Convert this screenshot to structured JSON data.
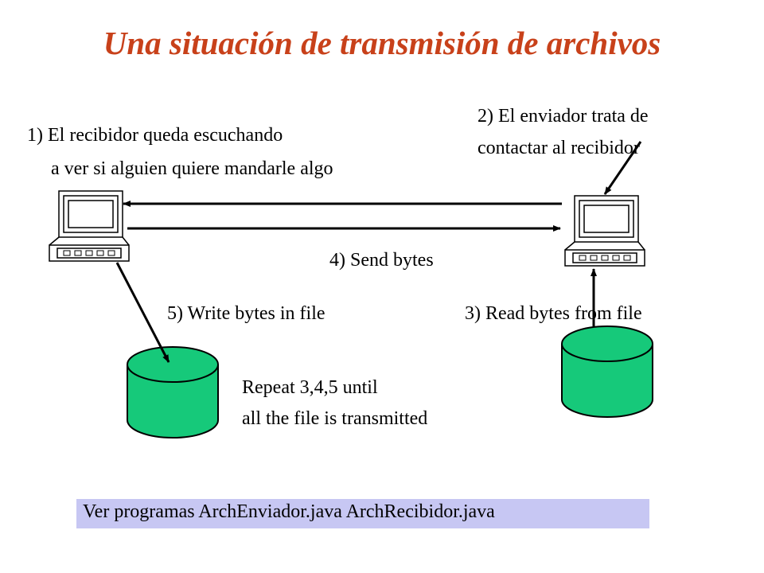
{
  "title": "Una situación de transmisión de archivos",
  "labels": {
    "step1_line1": "1) El recibidor queda escuchando",
    "step1_line2": "a ver si alguien quiere mandarle algo",
    "step2_line1": "2)  El enviador trata de",
    "step2_line2": "contactar al recibidor",
    "step3": "3) Read bytes from file",
    "step4": "4) Send bytes",
    "step5": "5) Write bytes in file",
    "repeat_line1": "Repeat 3,4,5 until",
    "repeat_line2": "all the file is transmitted"
  },
  "note": "Ver programas ArchEnviador.java ArchRecibidor.java",
  "colors": {
    "title": "#c8411a",
    "database": "#16c97a",
    "note_background": "#c7c7f3"
  },
  "icons": [
    "receiver-computer-icon",
    "sender-computer-icon",
    "receiver-file-database-icon",
    "sender-file-database-icon"
  ]
}
